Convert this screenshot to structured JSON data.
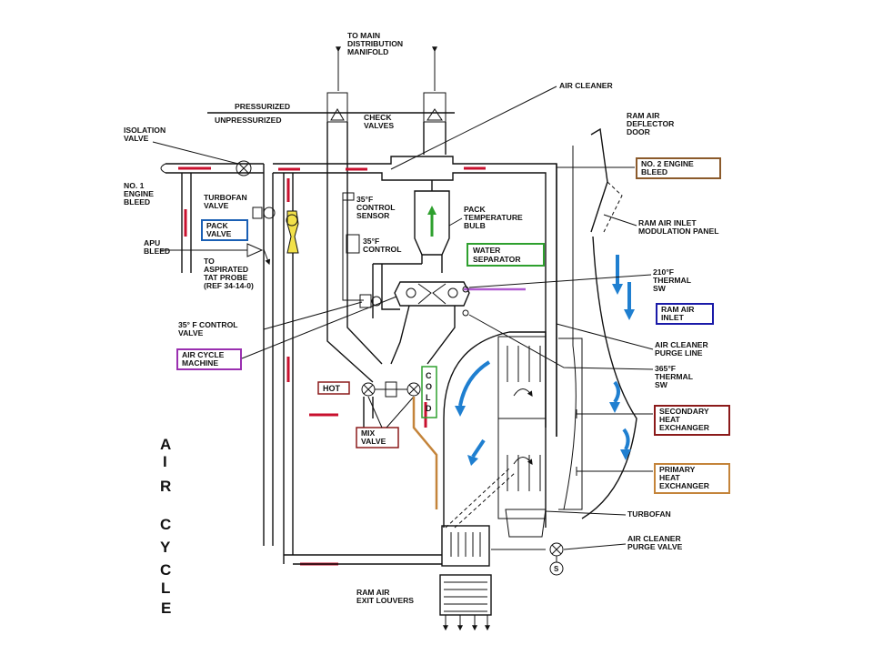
{
  "diagram": {
    "side_title": [
      "A",
      "I",
      "R",
      "",
      "C",
      "Y",
      "C",
      "L",
      "E"
    ],
    "top_labels": {
      "manifold": [
        "TO MAIN",
        "DISTRIBUTION",
        "MANIFOLD"
      ],
      "pressurized": "PRESSURIZED",
      "unpressurized": "UNPRESSURIZED",
      "check_valves": [
        "CHECK",
        "VALVES"
      ],
      "air_cleaner": "AIR CLEANER",
      "ram_air_deflector": [
        "RAM AIR",
        "DEFLECTOR",
        "DOOR"
      ]
    },
    "left_labels": {
      "isolation_valve": [
        "ISOLATION",
        "VALVE"
      ],
      "no1_engine_bleed": [
        "NO. 1",
        "ENGINE",
        "BLEED"
      ],
      "turbofan_valve": [
        "TURBOFAN",
        "VALVE"
      ],
      "apu_bleed": [
        "APU",
        "BLEED"
      ],
      "tat_probe": [
        "TO",
        "ASPIRATED",
        "TAT PROBE",
        "(REF 34-14-0)"
      ],
      "control_valve_35": [
        "35° F CONTROL",
        "VALVE"
      ]
    },
    "center_labels": {
      "control_sensor": [
        "35°F",
        "CONTROL",
        "SENSOR"
      ],
      "control_36": [
        "35°F",
        "CONTROL"
      ],
      "pack_temp_bulb": [
        "PACK",
        "TEMPERATURE",
        "BULB"
      ],
      "hot": "HOT",
      "cold": [
        "C",
        "O",
        "L",
        "D"
      ],
      "mix_valve": [
        "MIX",
        "VALVE"
      ],
      "ram_exit": [
        "RAM AIR",
        "EXIT LOUVERS"
      ],
      "turbofan": "TURBOFAN",
      "air_cleaner_purge_valve": [
        "AIR CLEANER",
        "PURGE VALVE"
      ],
      "s": "S"
    },
    "right_labels": {
      "ram_inlet_panel": [
        "RAM AIR INLET",
        "MODULATION PANEL"
      ],
      "thermal_210": [
        "210°F",
        "THERMAL",
        "SW"
      ],
      "purge_line": [
        "AIR CLEANER",
        "PURGE LINE"
      ],
      "thermal_365": [
        "365°F",
        "THERMAL",
        "SW"
      ]
    },
    "boxed_labels": {
      "no2_engine_bleed": {
        "lines": [
          "NO. 2 ENGINE",
          "BLEED"
        ],
        "color": "#8b5a2b"
      },
      "pack_valve": {
        "lines": [
          "PACK",
          "VALVE"
        ],
        "color": "#1a5fb4"
      },
      "water_separator": {
        "lines": [
          "WATER",
          "SEPARATOR"
        ],
        "color": "#2ea02e"
      },
      "ram_air_inlet": {
        "lines": [
          "RAM AIR",
          "INLET"
        ],
        "color": "#1a1aa8"
      },
      "air_cycle_machine": {
        "lines": [
          "AIR CYCLE",
          "MACHINE"
        ],
        "color": "#9a2fb0"
      },
      "secondary_heat_exchanger": {
        "lines": [
          "SECONDARY",
          "HEAT",
          "EXCHANGER"
        ],
        "color": "#8b1a1a"
      },
      "primary_heat_exchanger": {
        "lines": [
          "PRIMARY",
          "HEAT",
          "EXCHANGER"
        ],
        "color": "#c4843a"
      }
    },
    "colors": {
      "hot_flow": "#c8102e",
      "ram_flow": "#1f7fd0",
      "cold_flow": "#2ea02e",
      "pack_valve_fill": "#f2e14a",
      "purge_line": "#b05ad0",
      "mix_line": "#c4843a"
    }
  }
}
